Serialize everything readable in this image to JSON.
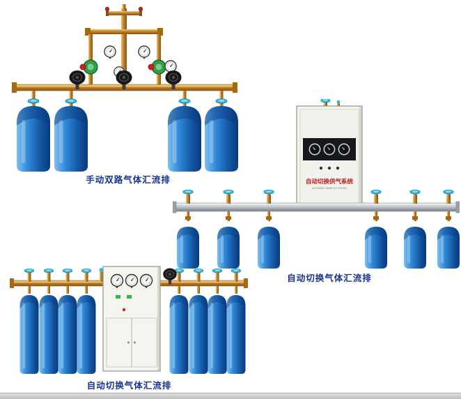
{
  "page": {
    "background": "#ffffff",
    "footer_strip_color": "#cccccc"
  },
  "figures": {
    "manual_dual": {
      "caption": "手动双路气体汇流排"
    },
    "auto_switch_wall": {
      "caption": "自动切换气体汇流排",
      "cabinet": {
        "title": "自动切换供气系统",
        "subtitle": "AUTOMATIC MANIFOLD SYSTEM"
      }
    },
    "auto_switch_floor": {
      "caption": "自动切换气体汇流排"
    }
  },
  "colors": {
    "caption_text": "#16338f",
    "brass_pipe": "#b8771f",
    "cylinder_blue": "#1565c0",
    "valve_handle_cyan": "#38b8da",
    "cabinet_body": "#f1f2ec",
    "cabinet_title_red": "#c01818",
    "regulator_green": "#2f9e44"
  }
}
